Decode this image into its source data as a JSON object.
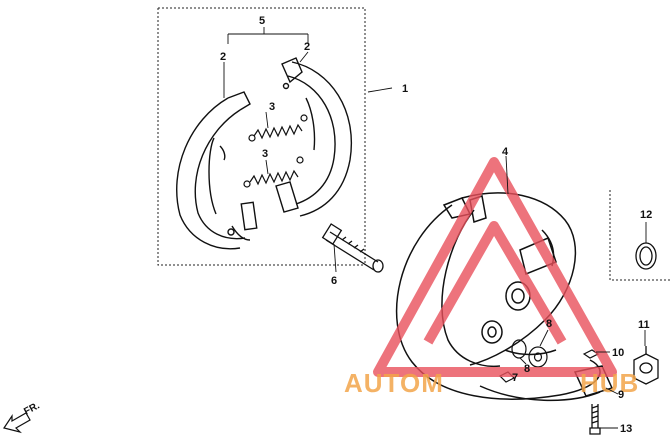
{
  "callouts": {
    "c1": "1",
    "c2a": "2",
    "c2b": "2",
    "c3a": "3",
    "c3b": "3",
    "c4": "4",
    "c5": "5",
    "c6": "6",
    "c7": "7",
    "c8a": "8",
    "c8b": "8",
    "c9": "9",
    "c10": "10",
    "c11": "11",
    "c12": "12",
    "c13": "13"
  },
  "front_label": "FR.",
  "watermark": {
    "left": "AUTOM",
    "right": "HUB",
    "color": "#f2a54a",
    "logo_color": "#e8505b"
  }
}
